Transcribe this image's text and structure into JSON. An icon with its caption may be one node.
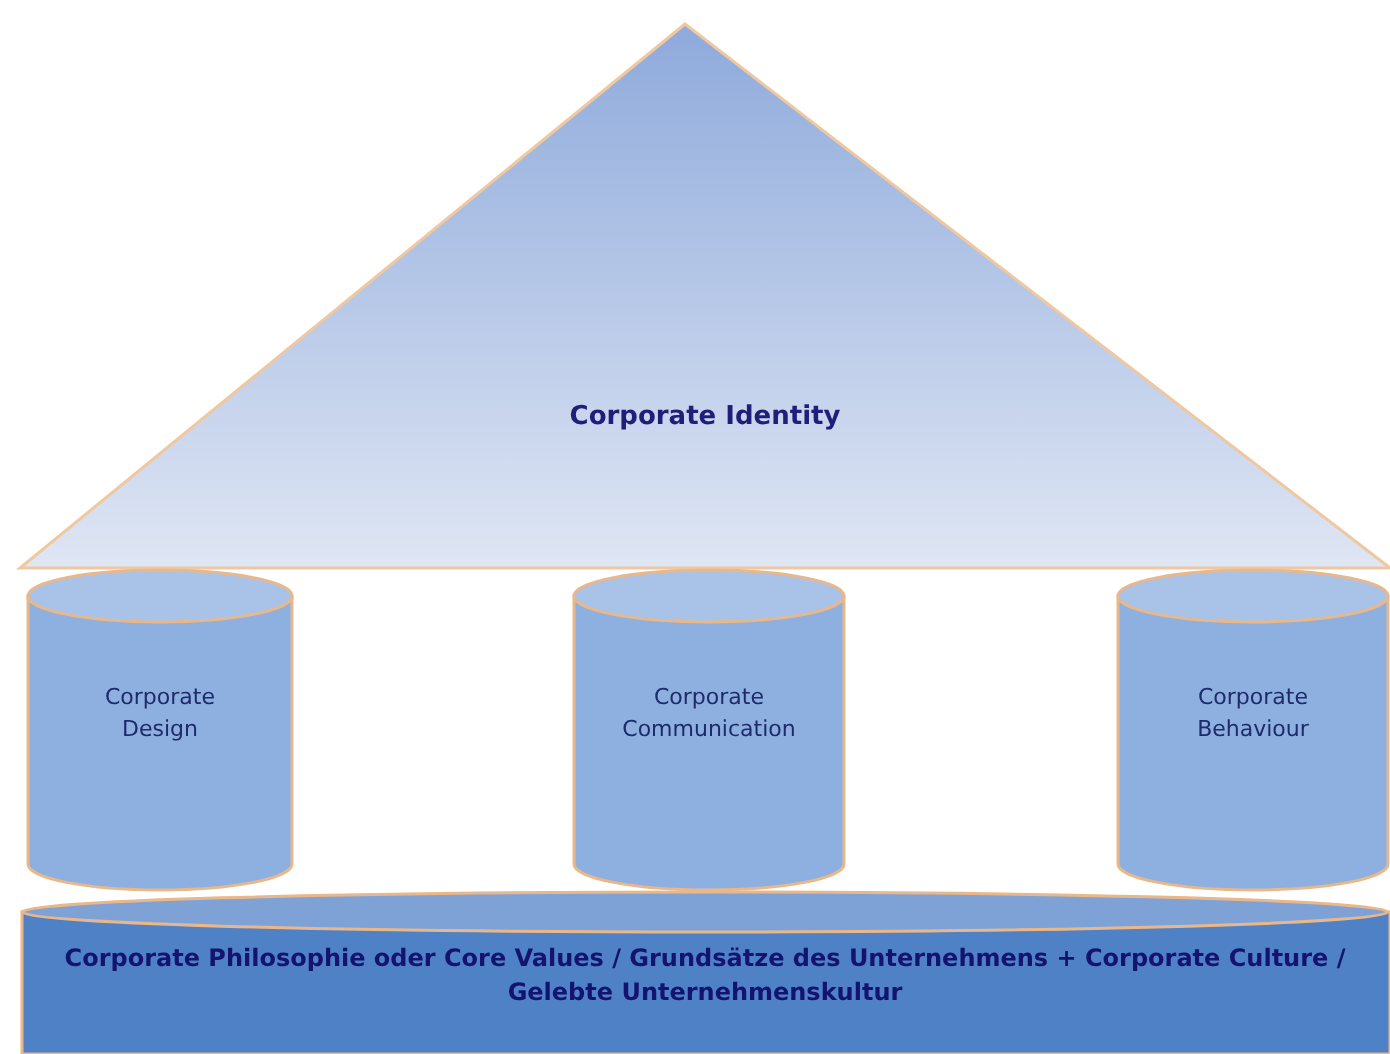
{
  "diagram": {
    "nodes": [
      {
        "text": [
          "Corporate Identity"
        ]
      },
      {
        "text": [
          "Corporate Design"
        ]
      },
      {
        "text": [
          "Corporate Communication"
        ]
      },
      {
        "text": [
          "Corporate Behaviour"
        ]
      },
      {
        "text": [
          "Corporate Philosophie oder Core Values / Grundsätze des Unternehmens + Corporate Culture / Gelebte Unternehmenskultur"
        ]
      }
    ]
  }
}
